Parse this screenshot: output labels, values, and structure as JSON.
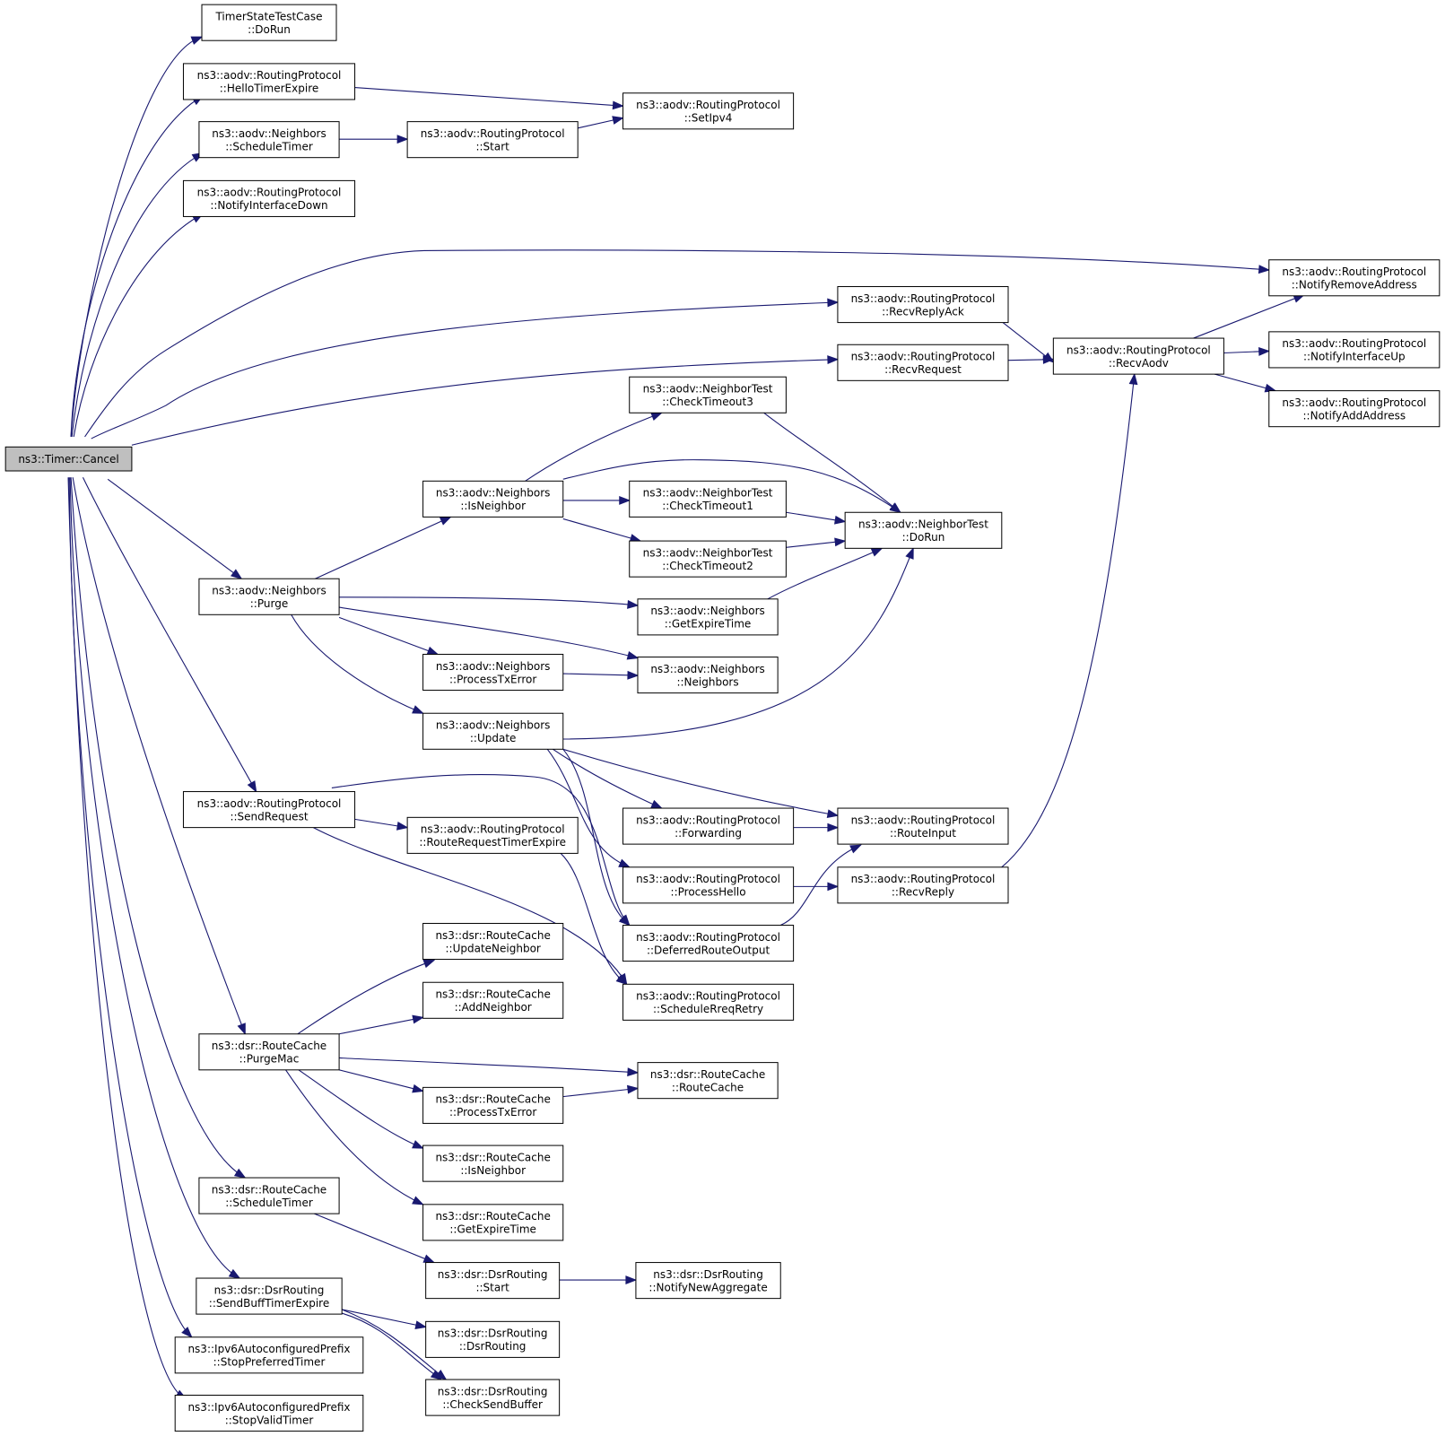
{
  "graph": {
    "colors": {
      "edge": "#191970",
      "root_fill": "#bfbfbf",
      "node_fill": "#ffffff",
      "border": "#000000"
    },
    "nodes": [
      {
        "id": "cancel",
        "lines": [
          "ns3::Timer::Cancel"
        ],
        "root": true
      },
      {
        "id": "tstc_dorun",
        "lines": [
          "TimerStateTestCase",
          "::DoRun"
        ]
      },
      {
        "id": "rp_hello",
        "lines": [
          "ns3::aodv::RoutingProtocol",
          "::HelloTimerExpire"
        ]
      },
      {
        "id": "nb_sched",
        "lines": [
          "ns3::aodv::Neighbors",
          "::ScheduleTimer"
        ]
      },
      {
        "id": "rp_ifdown",
        "lines": [
          "ns3::aodv::RoutingProtocol",
          "::NotifyInterfaceDown"
        ]
      },
      {
        "id": "rp_start",
        "lines": [
          "ns3::aodv::RoutingProtocol",
          "::Start"
        ]
      },
      {
        "id": "rp_setipv4",
        "lines": [
          "ns3::aodv::RoutingProtocol",
          "::SetIpv4"
        ]
      },
      {
        "id": "rp_rmaddr",
        "lines": [
          "ns3::aodv::RoutingProtocol",
          "::NotifyRemoveAddress"
        ]
      },
      {
        "id": "rp_replyack",
        "lines": [
          "ns3::aodv::RoutingProtocol",
          "::RecvReplyAck"
        ]
      },
      {
        "id": "rp_recvreq",
        "lines": [
          "ns3::aodv::RoutingProtocol",
          "::RecvRequest"
        ]
      },
      {
        "id": "rp_recvaodv",
        "lines": [
          "ns3::aodv::RoutingProtocol",
          "::RecvAodv"
        ]
      },
      {
        "id": "rp_ifup",
        "lines": [
          "ns3::aodv::RoutingProtocol",
          "::NotifyInterfaceUp"
        ]
      },
      {
        "id": "rp_addaddr",
        "lines": [
          "ns3::aodv::RoutingProtocol",
          "::NotifyAddAddress"
        ]
      },
      {
        "id": "nt_ct3",
        "lines": [
          "ns3::aodv::NeighborTest",
          "::CheckTimeout3"
        ]
      },
      {
        "id": "nb_isnb",
        "lines": [
          "ns3::aodv::Neighbors",
          "::IsNeighbor"
        ]
      },
      {
        "id": "nt_ct1",
        "lines": [
          "ns3::aodv::NeighborTest",
          "::CheckTimeout1"
        ]
      },
      {
        "id": "nt_dorun",
        "lines": [
          "ns3::aodv::NeighborTest",
          "::DoRun"
        ]
      },
      {
        "id": "nt_ct2",
        "lines": [
          "ns3::aodv::NeighborTest",
          "::CheckTimeout2"
        ]
      },
      {
        "id": "nb_purge",
        "lines": [
          "ns3::aodv::Neighbors",
          "::Purge"
        ]
      },
      {
        "id": "nb_getexp",
        "lines": [
          "ns3::aodv::Neighbors",
          "::GetExpireTime"
        ]
      },
      {
        "id": "nb_ptxe",
        "lines": [
          "ns3::aodv::Neighbors",
          "::ProcessTxError"
        ]
      },
      {
        "id": "nb_ctor",
        "lines": [
          "ns3::aodv::Neighbors",
          "::Neighbors"
        ]
      },
      {
        "id": "nb_update",
        "lines": [
          "ns3::aodv::Neighbors",
          "::Update"
        ]
      },
      {
        "id": "rp_sendreq",
        "lines": [
          "ns3::aodv::RoutingProtocol",
          "::SendRequest"
        ]
      },
      {
        "id": "rp_rrte",
        "lines": [
          "ns3::aodv::RoutingProtocol",
          "::RouteRequestTimerExpire"
        ]
      },
      {
        "id": "rp_fwd",
        "lines": [
          "ns3::aodv::RoutingProtocol",
          "::Forwarding"
        ]
      },
      {
        "id": "rp_rtin",
        "lines": [
          "ns3::aodv::RoutingProtocol",
          "::RouteInput"
        ]
      },
      {
        "id": "rp_phello",
        "lines": [
          "ns3::aodv::RoutingProtocol",
          "::ProcessHello"
        ]
      },
      {
        "id": "rp_recvreply",
        "lines": [
          "ns3::aodv::RoutingProtocol",
          "::RecvReply"
        ]
      },
      {
        "id": "rp_defer",
        "lines": [
          "ns3::aodv::RoutingProtocol",
          "::DeferredRouteOutput"
        ]
      },
      {
        "id": "rp_sched",
        "lines": [
          "ns3::aodv::RoutingProtocol",
          "::ScheduleRreqRetry"
        ]
      },
      {
        "id": "rc_updnb",
        "lines": [
          "ns3::dsr::RouteCache",
          "::UpdateNeighbor"
        ]
      },
      {
        "id": "rc_addnb",
        "lines": [
          "ns3::dsr::RouteCache",
          "::AddNeighbor"
        ]
      },
      {
        "id": "rc_purgemac",
        "lines": [
          "ns3::dsr::RouteCache",
          "::PurgeMac"
        ]
      },
      {
        "id": "rc_ctor",
        "lines": [
          "ns3::dsr::RouteCache",
          "::RouteCache"
        ]
      },
      {
        "id": "rc_ptxe",
        "lines": [
          "ns3::dsr::RouteCache",
          "::ProcessTxError"
        ]
      },
      {
        "id": "rc_isnb",
        "lines": [
          "ns3::dsr::RouteCache",
          "::IsNeighbor"
        ]
      },
      {
        "id": "rc_sched",
        "lines": [
          "ns3::dsr::RouteCache",
          "::ScheduleTimer"
        ]
      },
      {
        "id": "rc_getexp",
        "lines": [
          "ns3::dsr::RouteCache",
          "::GetExpireTime"
        ]
      },
      {
        "id": "dr_start",
        "lines": [
          "ns3::dsr::DsrRouting",
          "::Start"
        ]
      },
      {
        "id": "dr_newagg",
        "lines": [
          "ns3::dsr::DsrRouting",
          "::NotifyNewAggregate"
        ]
      },
      {
        "id": "dr_sbte",
        "lines": [
          "ns3::dsr::DsrRouting",
          "::SendBuffTimerExpire"
        ]
      },
      {
        "id": "dr_ctor",
        "lines": [
          "ns3::dsr::DsrRouting",
          "::DsrRouting"
        ]
      },
      {
        "id": "ipv6_stoppref",
        "lines": [
          "ns3::Ipv6AutoconfiguredPrefix",
          "::StopPreferredTimer"
        ]
      },
      {
        "id": "dr_csb",
        "lines": [
          "ns3::dsr::DsrRouting",
          "::CheckSendBuffer"
        ]
      },
      {
        "id": "ipv6_stopvalid",
        "lines": [
          "ns3::Ipv6AutoconfiguredPrefix",
          "::StopValidTimer"
        ]
      }
    ]
  }
}
